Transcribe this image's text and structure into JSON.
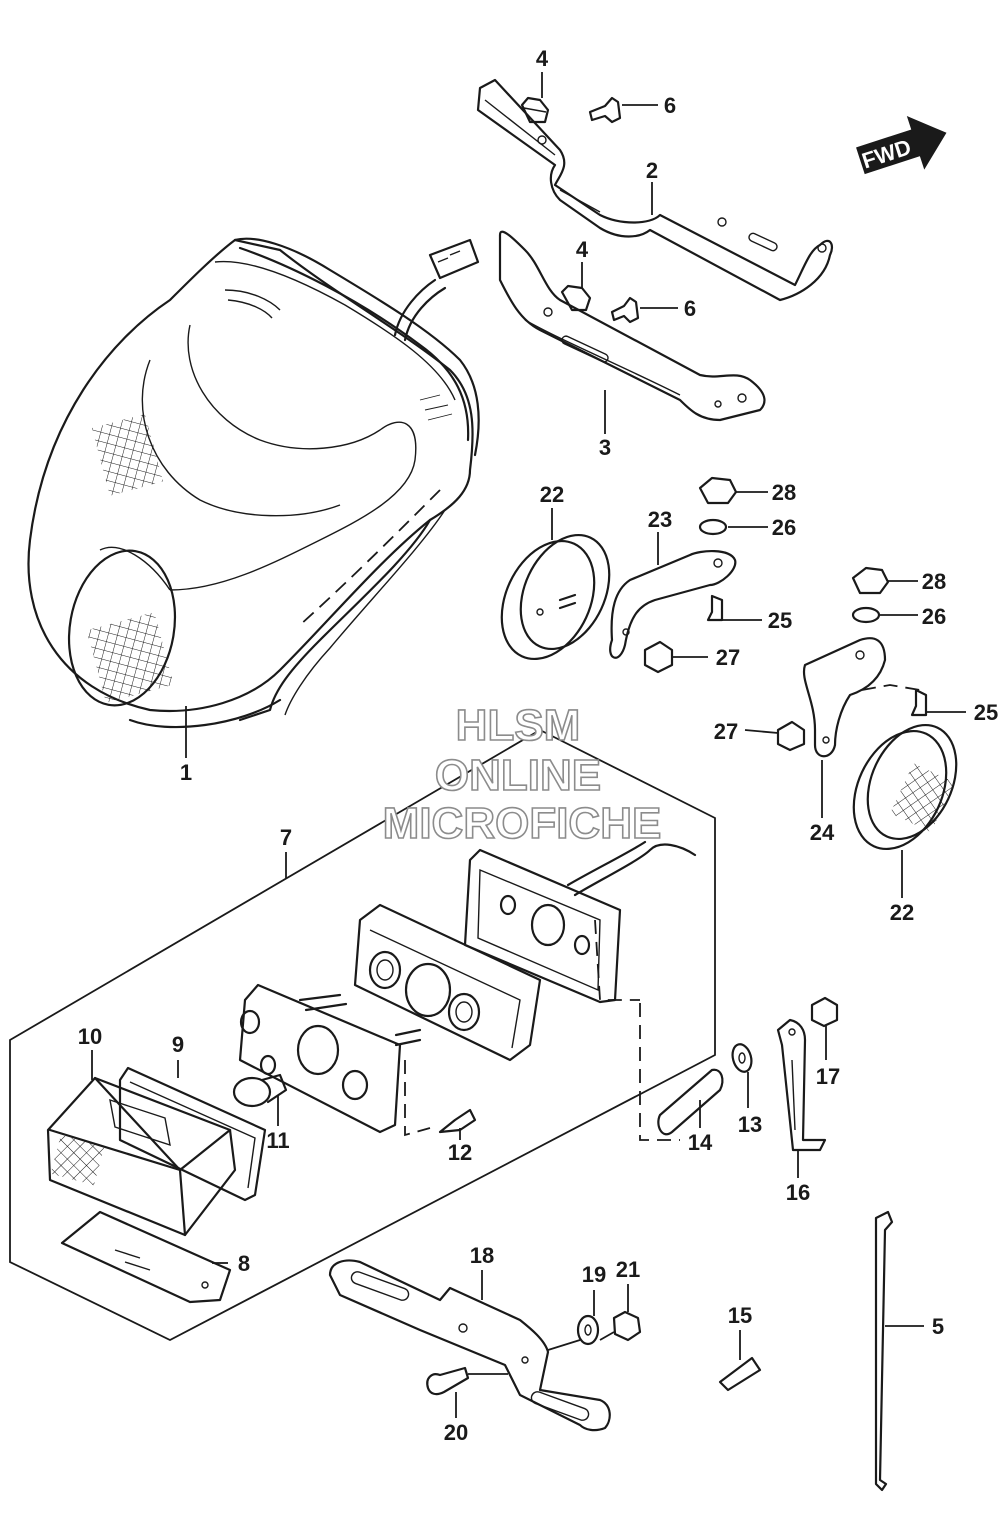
{
  "watermark": {
    "line1": "HLSM",
    "line2": "ONLINE",
    "line3": "MICROFICHE"
  },
  "direction_badge": "FWD",
  "callouts": {
    "c1": "1",
    "c2": "2",
    "c3": "3",
    "c4a": "4",
    "c4b": "4",
    "c5": "5",
    "c6a": "6",
    "c6b": "6",
    "c7": "7",
    "c8": "8",
    "c9": "9",
    "c10": "10",
    "c11": "11",
    "c12": "12",
    "c13": "13",
    "c14": "14",
    "c15": "15",
    "c16": "16",
    "c17": "17",
    "c18": "18",
    "c19": "19",
    "c20": "20",
    "c21": "21",
    "c22a": "22",
    "c22b": "22",
    "c23": "23",
    "c24": "24",
    "c25a": "25",
    "c25b": "25",
    "c26a": "26",
    "c26b": "26",
    "c27a": "27",
    "c27b": "27",
    "c28a": "28",
    "c28b": "28"
  }
}
